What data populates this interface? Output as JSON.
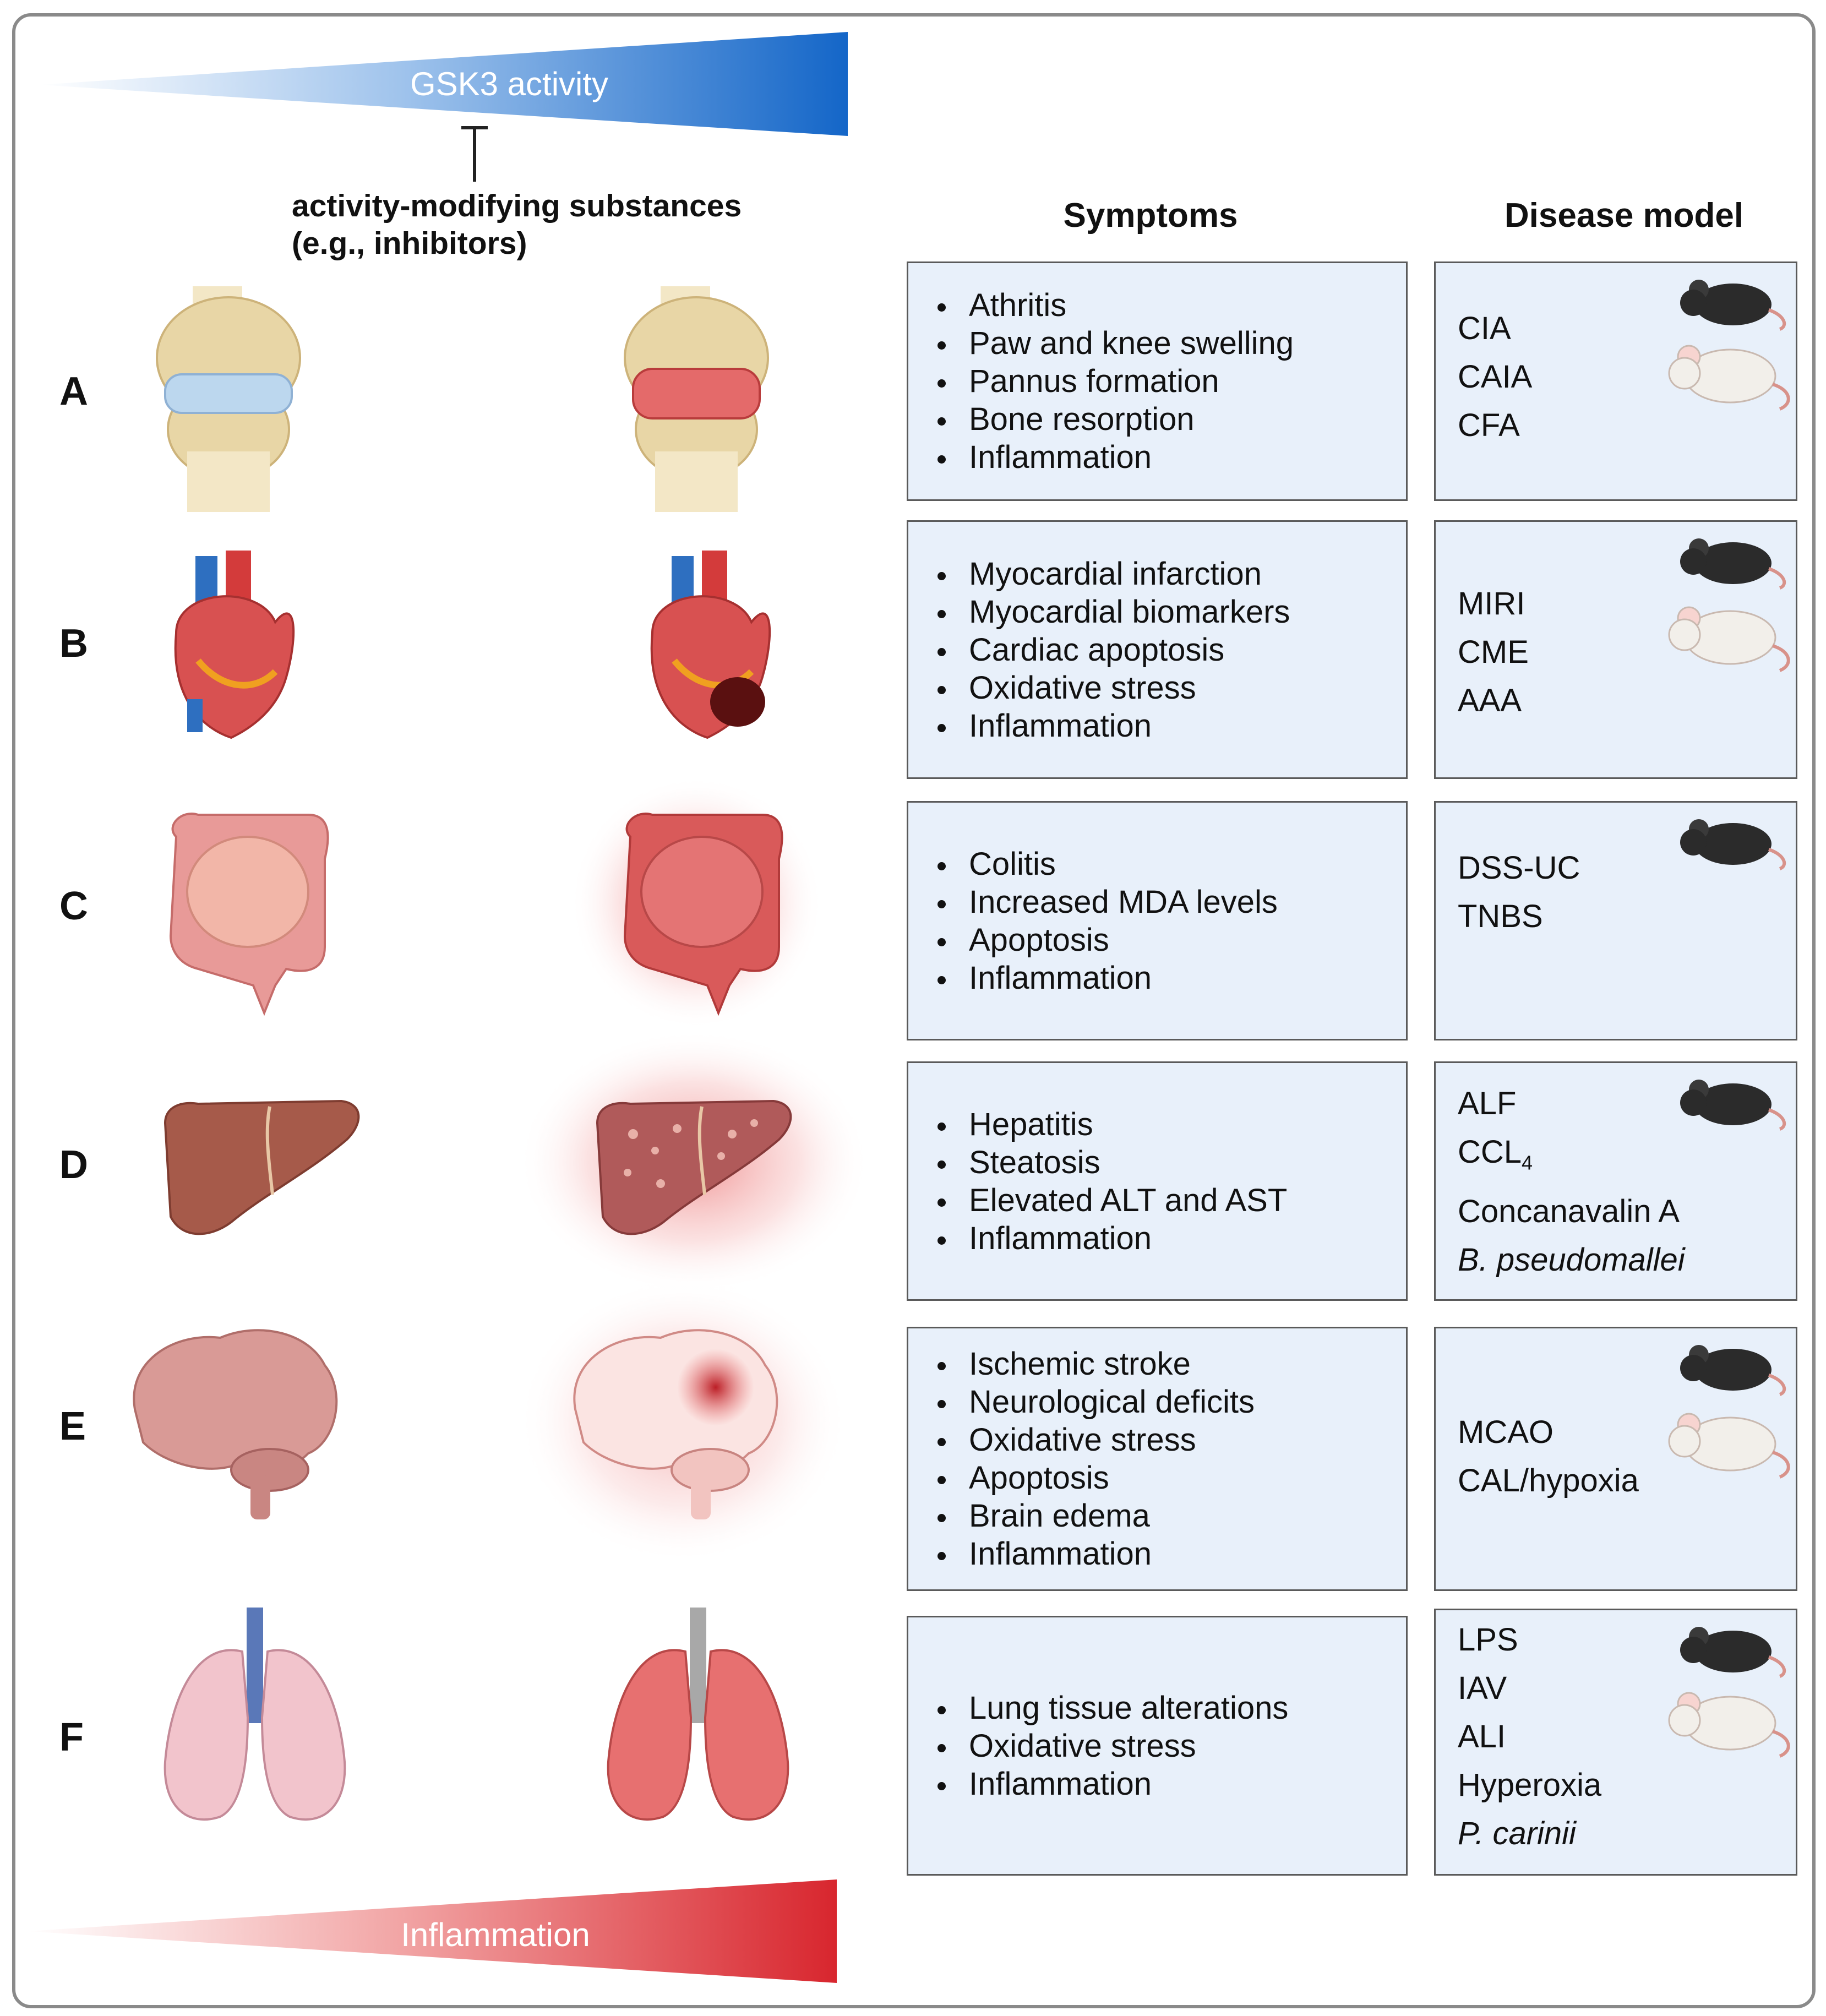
{
  "gradients": {
    "top": {
      "label": "GSK3 activity",
      "color_start": "#ffffff",
      "color_end": "#1466c8"
    },
    "bottom": {
      "label": "Inflammation",
      "color_start": "#ffffff",
      "color_end": "#d8262e"
    }
  },
  "modifier": {
    "line1": "activity-modifying substances",
    "line2": "(e.g., inhibitors)"
  },
  "columns": {
    "symptoms": "Symptoms",
    "disease_model": "Disease model"
  },
  "rows": [
    {
      "letter": "A",
      "organ": "knee-joint-icon",
      "symptoms": [
        "Athritis",
        "Paw and knee swelling",
        "Pannus formation",
        "Bone resorption",
        "Inflammation"
      ],
      "models": [
        "CIA",
        "CAIA",
        "CFA"
      ],
      "animals": [
        "mouse-icon",
        "rat-icon"
      ]
    },
    {
      "letter": "B",
      "organ": "heart-icon",
      "symptoms": [
        "Myocardial infarction",
        "Myocardial biomarkers",
        "Cardiac apoptosis",
        "Oxidative stress",
        "Inflammation"
      ],
      "models": [
        "MIRI",
        "CME",
        "AAA"
      ],
      "animals": [
        "mouse-icon",
        "rat-icon"
      ]
    },
    {
      "letter": "C",
      "organ": "intestine-icon",
      "symptoms": [
        "Colitis",
        "Increased MDA levels",
        "Apoptosis",
        "Inflammation"
      ],
      "models": [
        "DSS-UC",
        "TNBS"
      ],
      "animals": [
        "mouse-icon"
      ]
    },
    {
      "letter": "D",
      "organ": "liver-icon",
      "symptoms": [
        "Hepatitis",
        "Steatosis",
        "Elevated ALT and AST",
        "Inflammation"
      ],
      "models": [
        "ALF",
        "CCL",
        "Concanavalin A",
        "B. pseudomallei"
      ],
      "ccl_subscript": "4",
      "animals": [
        "mouse-icon"
      ]
    },
    {
      "letter": "E",
      "organ": "brain-icon",
      "symptoms": [
        "Ischemic stroke",
        "Neurological deficits",
        "Oxidative stress",
        "Apoptosis",
        "Brain edema",
        "Inflammation"
      ],
      "models": [
        "MCAO",
        "CAL/hypoxia"
      ],
      "animals": [
        "mouse-icon",
        "rat-icon"
      ]
    },
    {
      "letter": "F",
      "organ": "lungs-icon",
      "symptoms": [
        "Lung tissue alterations",
        "Oxidative stress",
        "Inflammation"
      ],
      "models": [
        "LPS",
        "IAV",
        "ALI",
        "Hyperoxia",
        "P. carinii"
      ],
      "animals": [
        "mouse-icon",
        "rat-icon"
      ]
    }
  ],
  "colors": {
    "box_fill": "#e8f0fa",
    "mouse": "#2b2b2b",
    "rat": "#f2efea",
    "organ_healthy": "#c87a74",
    "organ_inflamed": "#e04a4a"
  }
}
